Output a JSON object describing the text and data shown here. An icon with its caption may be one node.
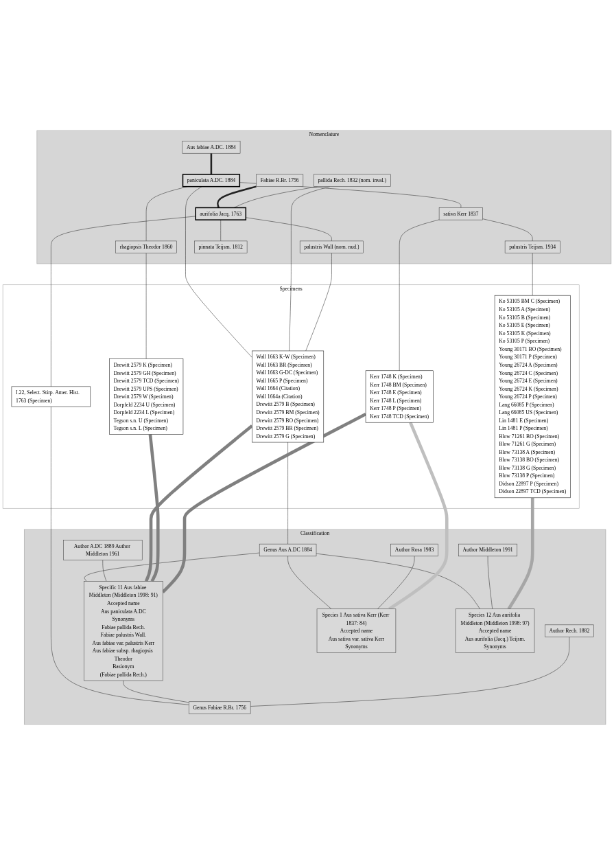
{
  "diagram": {
    "nodes": [
      {
        "text": [
          "Nomenclature"
        ]
      },
      {
        "text": [
          "Aus fabiae A.DC. 1884"
        ],
        "in": 0
      },
      {
        "text": [
          "paniculata A.DC. 1884"
        ],
        "in": 0
      },
      {
        "text": [
          "rhagiopsis Theodor 1860"
        ],
        "in": 0
      },
      {
        "text": [
          "sativa Kerr 1837"
        ],
        "in": 0
      },
      {
        "text": [
          "palustris Teijsm. 1934"
        ],
        "in": 0
      },
      {
        "text": [
          "Fabiae R.Br. 1756"
        ],
        "in": 0
      },
      {
        "text": [
          "pallida Rech. 1832 (nom. inval.)"
        ],
        "in": 0
      },
      {
        "text": [
          "palustris Wall (nom. nud.)"
        ],
        "in": 0
      },
      {
        "text": [
          "aurifolia Jacq. 1763"
        ],
        "in": 0
      },
      {
        "text": [
          "pinnata Teijsm. 1812"
        ],
        "in": 0
      },
      {
        "text": [
          "Specimens"
        ]
      },
      {
        "text": [
          "Wall 1663 K-W (Specimen)",
          "Wall 1663 BR (Specimen)",
          "Wall 1663 G-DC (Specimen)",
          "Wall 1665 P (Specimen)",
          "Wall 1664 (Citation)",
          "Wall 1664a (Citation)",
          "Drewitt 2579 B (Specimen)",
          "Drewitt 2579 BM (Specimen)",
          "Drewitt 2579 BO (Specimen)",
          "Drewitt 2579 BR (Specimen)",
          "Drewitt 2579 G (Specimen)"
        ],
        "in": 11
      },
      {
        "text": [
          "Drewitt 2579 K (Specimen)",
          "Drewitt 2579 GH (Specimen)",
          "Drewitt 2579 TCD (Specimen)",
          "Drewitt 2579 UPS (Specimen)",
          "Drewitt 2579 W (Specimen)",
          "Dorpfeld 2234 U (Specimen)",
          "Dorpfeld 2234 L (Specimen)",
          "Tegson s.n. U (Specimen)",
          "Tegson s.n. L (Specimen)"
        ],
        "in": 11
      },
      {
        "text": [
          "Kerr 1748 K (Specimen)",
          "Kerr 1748 BM (Specimen)",
          "Kerr 1748 E (Specimen)",
          "Kerr 1748 L (Specimen)",
          "Kerr 1748 P (Specimen)",
          "Kerr 1748 TCD (Specimen)"
        ],
        "in": 11
      },
      {
        "text": [
          "Ko 53105 BM C (Specimen)",
          "Ko 53105 A (Specimen)",
          "Ko 53105 B (Specimen)",
          "Ko 53105 E (Specimen)",
          "Ko 53105 K (Specimen)",
          "Ko 53105 P (Specimen)",
          "Young 30171 BO (Specimen)",
          "Young 30171 P (Specimen)",
          "Young 26724 A (Specimen)",
          "Young 26724 C (Specimen)",
          "Young 26724 E (Specimen)",
          "Young 26724 K (Specimen)",
          "Young 26724 P (Specimen)",
          "Lang 66085 P (Specimen)",
          "Lang 66085 US (Specimen)",
          "Lin 1481 E (Specimen)",
          "Lin 1481 P (Specimen)",
          "Blow 71261 BO (Specimen)",
          "Blow 71261 G (Specimen)",
          "Blow 73138 A (Specimen)",
          "Blow 73138 BO (Specimen)",
          "Blow 73138 G (Specimen)",
          "Blow 73138 P (Specimen)",
          "Didson 22897 P (Specimen)",
          "Didson 22897 TCD (Specimen)"
        ],
        "in": 11
      },
      {
        "text": [
          "I.22, Select. Stirp. Amer. Hist. 1763 (Specimen)"
        ],
        "in": 11
      },
      {
        "text": [
          "Classification"
        ]
      },
      {
        "text": [
          "Genus Aus A.DC 1884"
        ],
        "in": 17
      },
      {
        "text": [
          "Author A.DC 1889 Author Middleton 1961"
        ],
        "in": 17
      },
      {
        "text": [
          "Specific 11 Aus fabiae Middleton (Middleton 1998: 91)",
          "Accepted name",
          "Aus paniculata A.DC",
          "Synonyms",
          "Fabiae pallida Rech.",
          "Fabiae palustris Wall.",
          "Aus fabiae var. palustris Kerr",
          "Aus fabiae subsp. rhagiopsis Theodor",
          "Basionym",
          "(Fabiae pallida Rech.)"
        ],
        "in": 17
      },
      {
        "text": [
          "Author Rech. 1882"
        ],
        "in": 17
      },
      {
        "text": [
          "Author Rosa 1983"
        ],
        "in": 17
      },
      {
        "text": [
          "Genus Fabiae R.Br. 1756"
        ],
        "in": 17
      },
      {
        "text": [
          "Species 1 Aus sativa Kerr (Kerr 1837: 84)",
          "Accepted name",
          "Aus sativa var. sativa Kerr",
          "Synonyms"
        ],
        "in": 17
      },
      {
        "text": [
          "Author Middleton 1991"
        ],
        "in": 17
      },
      {
        "text": [
          "Species 12 Aus aurifolia Middleton (Middleton 1998: 97)",
          "Accepted name",
          "Aus aurifolia (Jacq.) Teijsm.",
          "Synonyms"
        ],
        "in": 17
      }
    ],
    "edges": [
      {
        "from": 1,
        "to": 2,
        "arrow": "none",
        "style": "thick"
      },
      {
        "from": 2,
        "to": 3,
        "arrow": "none"
      },
      {
        "from": 2,
        "to": 4,
        "arrow": "none"
      },
      {
        "from": 4,
        "to": 5,
        "arrow": "none"
      },
      {
        "from": 6,
        "to": 9,
        "arrow": "none",
        "style": "thick"
      },
      {
        "from": 7,
        "to": 9,
        "arrow": "none"
      },
      {
        "from": 9,
        "to": 8,
        "arrow": "none"
      },
      {
        "from": 9,
        "to": 10,
        "arrow": "none"
      },
      {
        "from": 2,
        "to": 12,
        "arrow": "none"
      },
      {
        "from": 7,
        "to": 12,
        "arrow": "none"
      },
      {
        "from": 8,
        "to": 12,
        "arrow": "none"
      },
      {
        "from": 3,
        "to": 13,
        "arrow": "none"
      },
      {
        "from": 4,
        "to": 14,
        "arrow": "none"
      },
      {
        "from": 5,
        "to": 15,
        "arrow": "none"
      },
      {
        "from": 9,
        "to": 16,
        "arrow": "none"
      },
      {
        "from": 12,
        "to": 18,
        "arrow": "none"
      },
      {
        "from": 16,
        "to": 23,
        "arrow": "none"
      },
      {
        "from": 18,
        "to": 20,
        "arrow": "none"
      },
      {
        "from": 19,
        "to": 20,
        "arrow": "none"
      },
      {
        "from": 20,
        "to": 23,
        "arrow": "none"
      },
      {
        "from": 21,
        "to": 23,
        "arrow": "none"
      },
      {
        "from": 18,
        "to": 24,
        "arrow": "none"
      },
      {
        "from": 18,
        "to": 26,
        "arrow": "none"
      },
      {
        "from": 22,
        "to": 24,
        "arrow": "none"
      },
      {
        "from": 25,
        "to": 26,
        "arrow": "none"
      },
      {
        "from": 12,
        "to": 20,
        "arrow": "none",
        "style": "thick",
        "color": "#808080"
      },
      {
        "from": 13,
        "to": 20,
        "arrow": "none",
        "style": "thick",
        "color": "#808080"
      },
      {
        "from": 14,
        "to": 20,
        "arrow": "none",
        "style": "thick",
        "color": "#808080"
      },
      {
        "from": 14,
        "to": 24,
        "arrow": "none",
        "style": "thick",
        "color": "#bfbfbf"
      },
      {
        "from": 15,
        "to": 26,
        "arrow": "none",
        "style": "thick",
        "color": "#a6a6a6"
      }
    ]
  }
}
